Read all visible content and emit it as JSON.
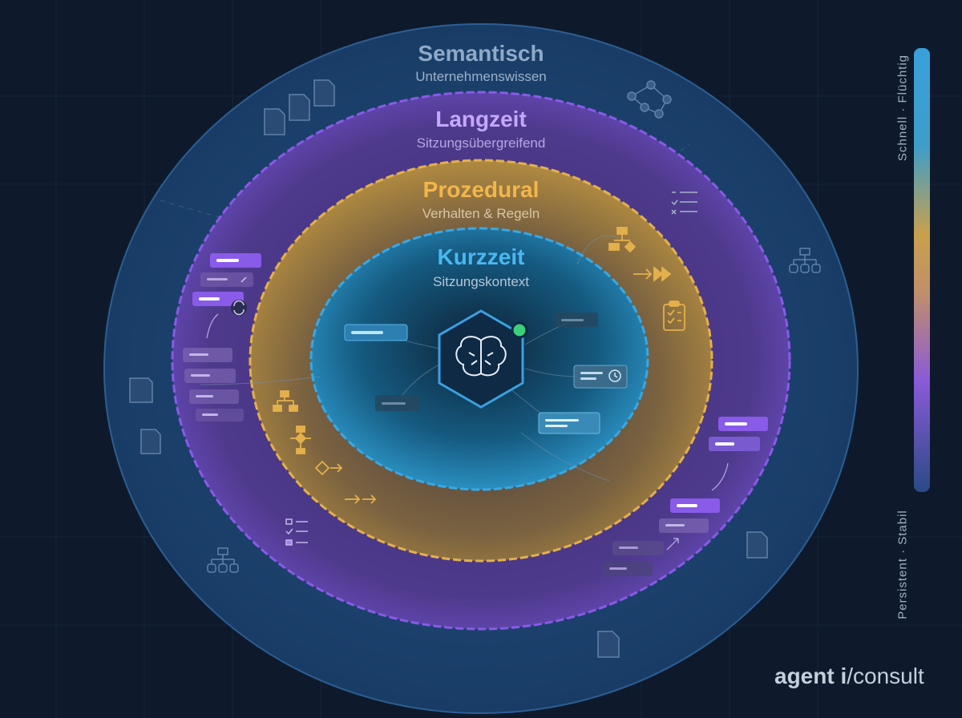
{
  "rings": {
    "semantic": {
      "title": "Semantisch",
      "subtitle": "Unternehmenswissen",
      "color": "#1f4a7c",
      "border": "#2d5e92"
    },
    "longterm": {
      "title": "Langzeit",
      "subtitle": "Sitzungsübergreifend",
      "color": "#5b3f9a",
      "border": "#8a5ae8"
    },
    "procedural": {
      "title": "Prozedural",
      "subtitle": "Verhalten & Regeln",
      "color": "#9e7a3a",
      "border": "#e4b04c"
    },
    "shortterm": {
      "title": "Kurzzeit",
      "subtitle": "Sitzungskontext",
      "color": "#1a5c86",
      "border": "#38a8e6"
    }
  },
  "core": {
    "icon": "brain-icon",
    "status_color": "#3ccf7a"
  },
  "scale": {
    "top_label": "Schnell · Flüchtig",
    "bottom_label": "Persistent · Stabil"
  },
  "brand": {
    "name": "agent i",
    "separator": "/",
    "suffix": "consult"
  },
  "icons": {
    "semantic": [
      "document-icon",
      "network-graph-icon",
      "hierarchy-icon"
    ],
    "procedural": [
      "flowchart-icon",
      "fast-forward-icon",
      "clipboard-checklist-icon",
      "arrow-icon",
      "checklist-icon"
    ],
    "longterm": [
      "refresh-icon",
      "link-icon"
    ],
    "shortterm": [
      "clock-icon"
    ]
  }
}
